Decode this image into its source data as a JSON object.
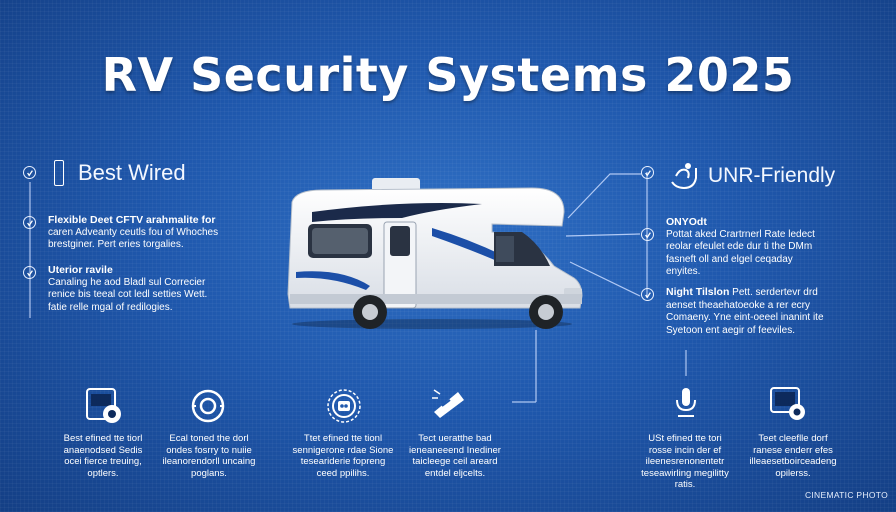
{
  "title": "RV Security Systems 2025",
  "left": {
    "heading": "Best Wired",
    "block1": [
      "Flexible Deet CFTV arahmalite for",
      "caren Adveanty ceutls fou of Whoches",
      "brestginer. Pert eries torgalies."
    ],
    "block2_title": "Uterior ravile",
    "block2": [
      "Canaling he aod Bladl sul Correcier",
      "renice bis teeal cot ledl setties Wett.",
      "fatie relle mgal of redilogies."
    ]
  },
  "right": {
    "heading": "UNR-Friendly",
    "block1_title": "ONYOdt",
    "block1": [
      "Pottat aked Crartrnerl Rate ledect",
      "reolar efeulet ede dur ti the DMm",
      "fasneft oll and elgel ceqaday",
      "enyites."
    ],
    "block2_title": "Night Tilslon",
    "block2_rest": "Pett. serdertevr drd",
    "block2": [
      "aenset theaehatoeoke a rer ecry",
      "Comaeny. Yne eint-oeeel inanint ite",
      "Syetoon ent aegir of feeviles."
    ]
  },
  "features": [
    {
      "icon": "camera-icon",
      "lines": [
        "Best efined tte tiorl",
        "anaenodsed Sedis",
        "ocei fierce treuing,",
        "optlers."
      ]
    },
    {
      "icon": "sensor-icon",
      "lines": [
        "Ecal toned the dorl",
        "ondes fosrry to nuiie",
        "ileanorendorll uncaing",
        "poglans."
      ]
    },
    {
      "icon": "alarm-icon",
      "lines": [
        "Ttet efined tte tionl",
        "sennigerone rdae Sione",
        "teseariderie fopreng",
        "ceed ppilihs."
      ]
    },
    {
      "icon": "lock-icon",
      "lines": [
        "Tect ueratthe bad",
        "ieneaneeend Inediner",
        "taicleege ceil areard",
        "entdel eljcelts."
      ]
    },
    {
      "icon": "mic-icon",
      "lines": [
        "USt efined tte tori",
        "rosse incin der ef",
        "ileenesrenonentetr",
        "teseawirling megilitty",
        "ratis."
      ]
    },
    {
      "icon": "monitor-icon",
      "lines": [
        "Teet cleeflle dorf",
        "ranese enderr efes",
        "illeaesetboirceadeng",
        "opilerss."
      ]
    }
  ],
  "watermark": "CINEMATIC PHOTO"
}
